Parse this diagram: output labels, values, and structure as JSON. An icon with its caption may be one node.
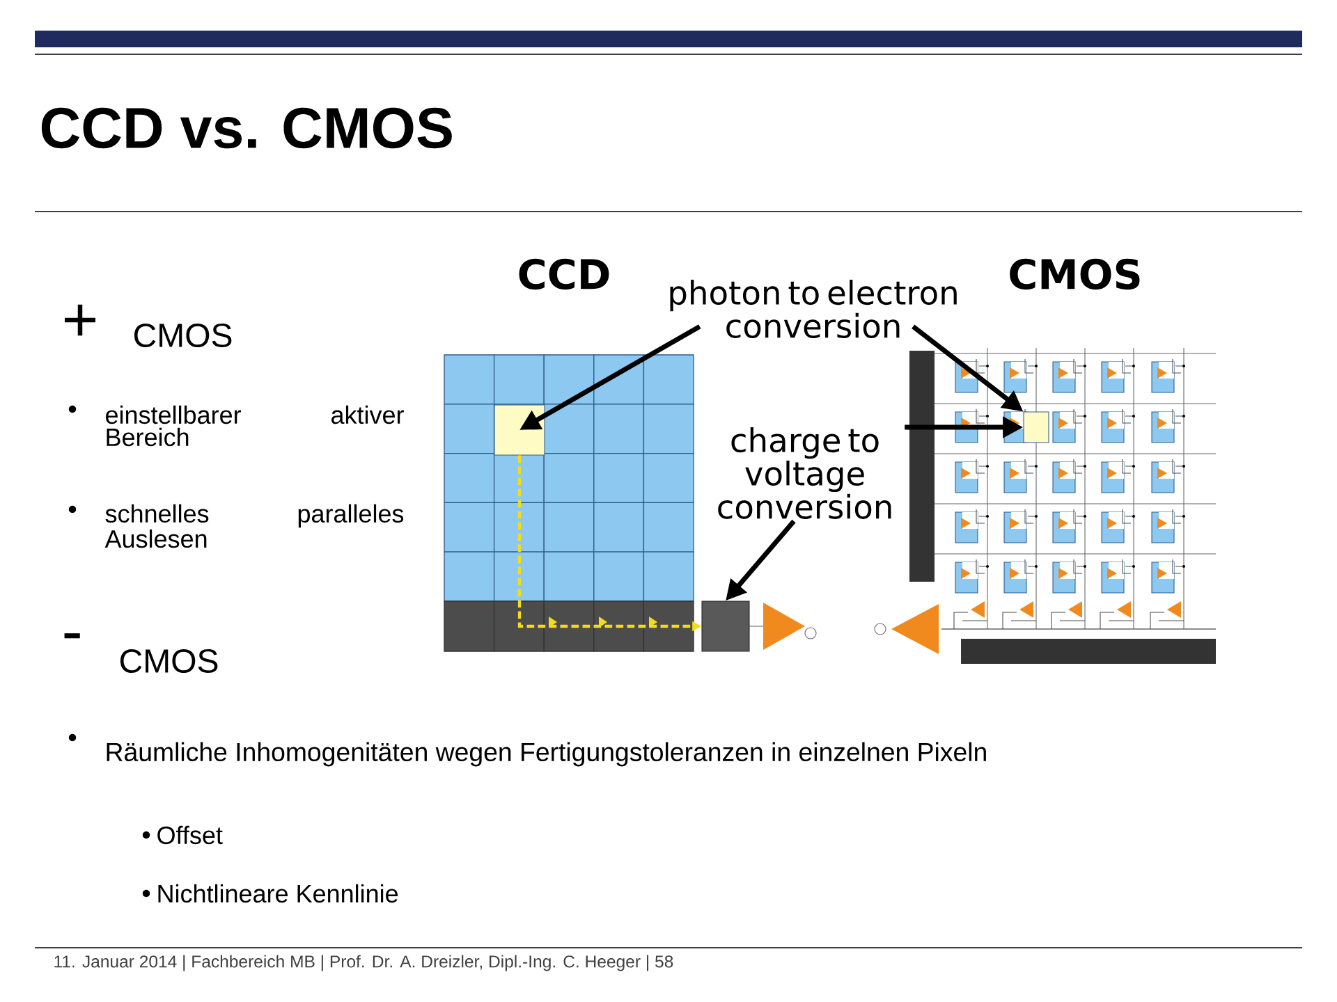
{
  "diagram": {
    "title": "CCD vs. CMOS",
    "nodes": [
      {
        "text": [
          "photon to electron conversion"
        ]
      },
      {
        "text": [
          "charge to voltage conversion"
        ]
      },
      {
        "text": [],
        "shape": "box"
      },
      {
        "text": [],
        "shape": "box"
      },
      {
        "text": [],
        "shape": "box"
      }
    ],
    "edges": [
      {
        "from": 0,
        "to": 2,
        "arrow": "to"
      },
      {
        "from": 0,
        "to": 3,
        "arrow": "to"
      },
      {
        "from": 1,
        "to": 3,
        "arrow": "to"
      },
      {
        "from": 1,
        "to": 4,
        "arrow": "to"
      },
      {
        "from": 2,
        "to": 4,
        "arrow": "to",
        "style": "dashed",
        "color": "#f2dc1c"
      }
    ],
    "labels": [
      "+",
      "CMOS",
      "einstellbarer aktiver Bereich",
      "schnelles paralleles Auslesen",
      "-",
      "CMOS",
      "Räumliche Inhomogenitäten wegen Fertigungstoleranzen in einzelnen Pixeln",
      "Offset",
      "Nichtlineare Kennlinie",
      "CCD",
      "CMOS",
      "11. Januar 2014 | Fachbereich MB | Prof. Dr. A. Dreizler, Dipl.-Ing. C. Heeger | 58"
    ]
  }
}
